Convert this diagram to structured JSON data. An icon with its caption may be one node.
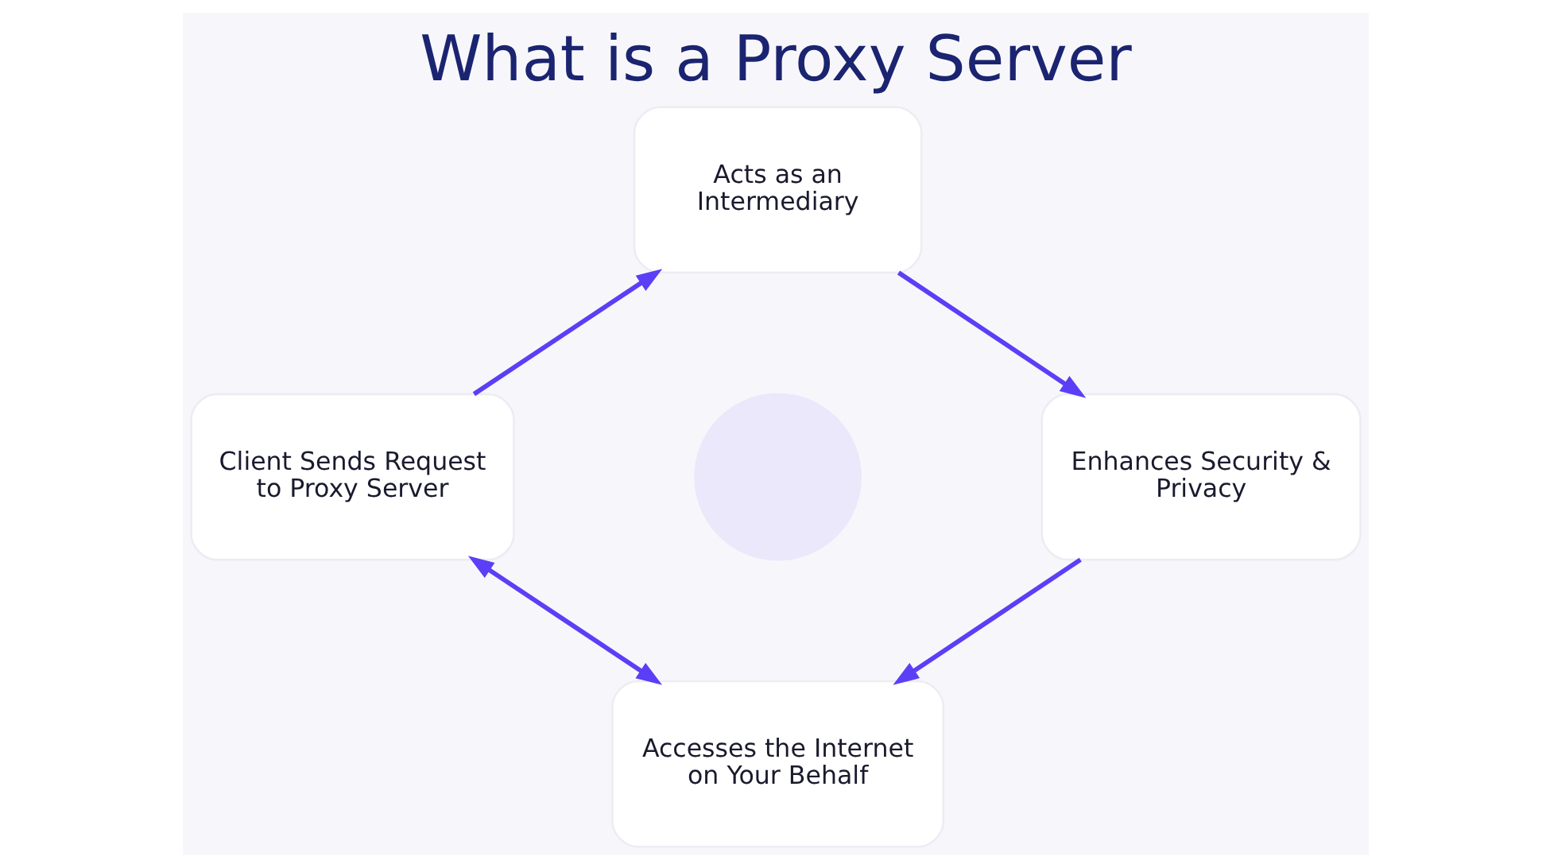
{
  "diagram": {
    "title": "What is a Proxy Server",
    "nodes": [
      {
        "text": [
          "Client Sends Request to Proxy Server"
        ]
      },
      {
        "text": [
          "Acts as an Intermediary"
        ]
      },
      {
        "text": [
          "Enhances Security & Privacy"
        ]
      },
      {
        "text": [
          "Accesses the Internet on Your Behalf"
        ]
      },
      {
        "text": [],
        "shape": "circle"
      }
    ],
    "edges": [
      {
        "from": 0,
        "to": 1,
        "arrow": "to"
      },
      {
        "from": 1,
        "to": 2,
        "arrow": "to"
      },
      {
        "from": 2,
        "to": 3,
        "arrow": "to"
      },
      {
        "from": 3,
        "to": 0,
        "arrow": "both"
      }
    ]
  }
}
